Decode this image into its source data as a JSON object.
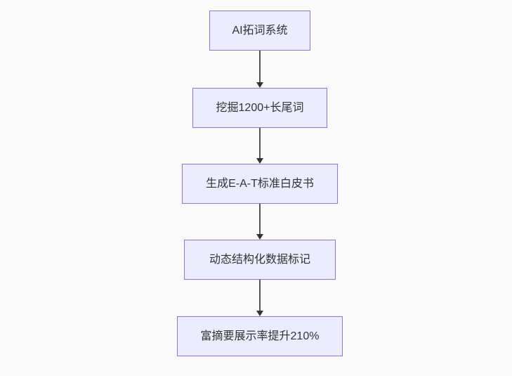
{
  "diagram": {
    "type": "flowchart-top-down",
    "nodes": [
      {
        "id": "n1",
        "label": "AI拓词系统"
      },
      {
        "id": "n2",
        "label": "挖掘1200+长尾词"
      },
      {
        "id": "n3",
        "label": "生成E-A-T标准白皮书"
      },
      {
        "id": "n4",
        "label": "动态结构化数据标记"
      },
      {
        "id": "n5",
        "label": "富摘要展示率提升210%"
      }
    ],
    "edges": [
      {
        "from": "n1",
        "to": "n2"
      },
      {
        "from": "n2",
        "to": "n3"
      },
      {
        "from": "n3",
        "to": "n4"
      },
      {
        "from": "n4",
        "to": "n5"
      }
    ],
    "colors": {
      "background": "#fafafa",
      "node_fill": "#ECECFF",
      "node_border": "#9370DB",
      "node_text": "#333333",
      "arrow_line": "#555555",
      "arrow_head": "#333333"
    }
  }
}
